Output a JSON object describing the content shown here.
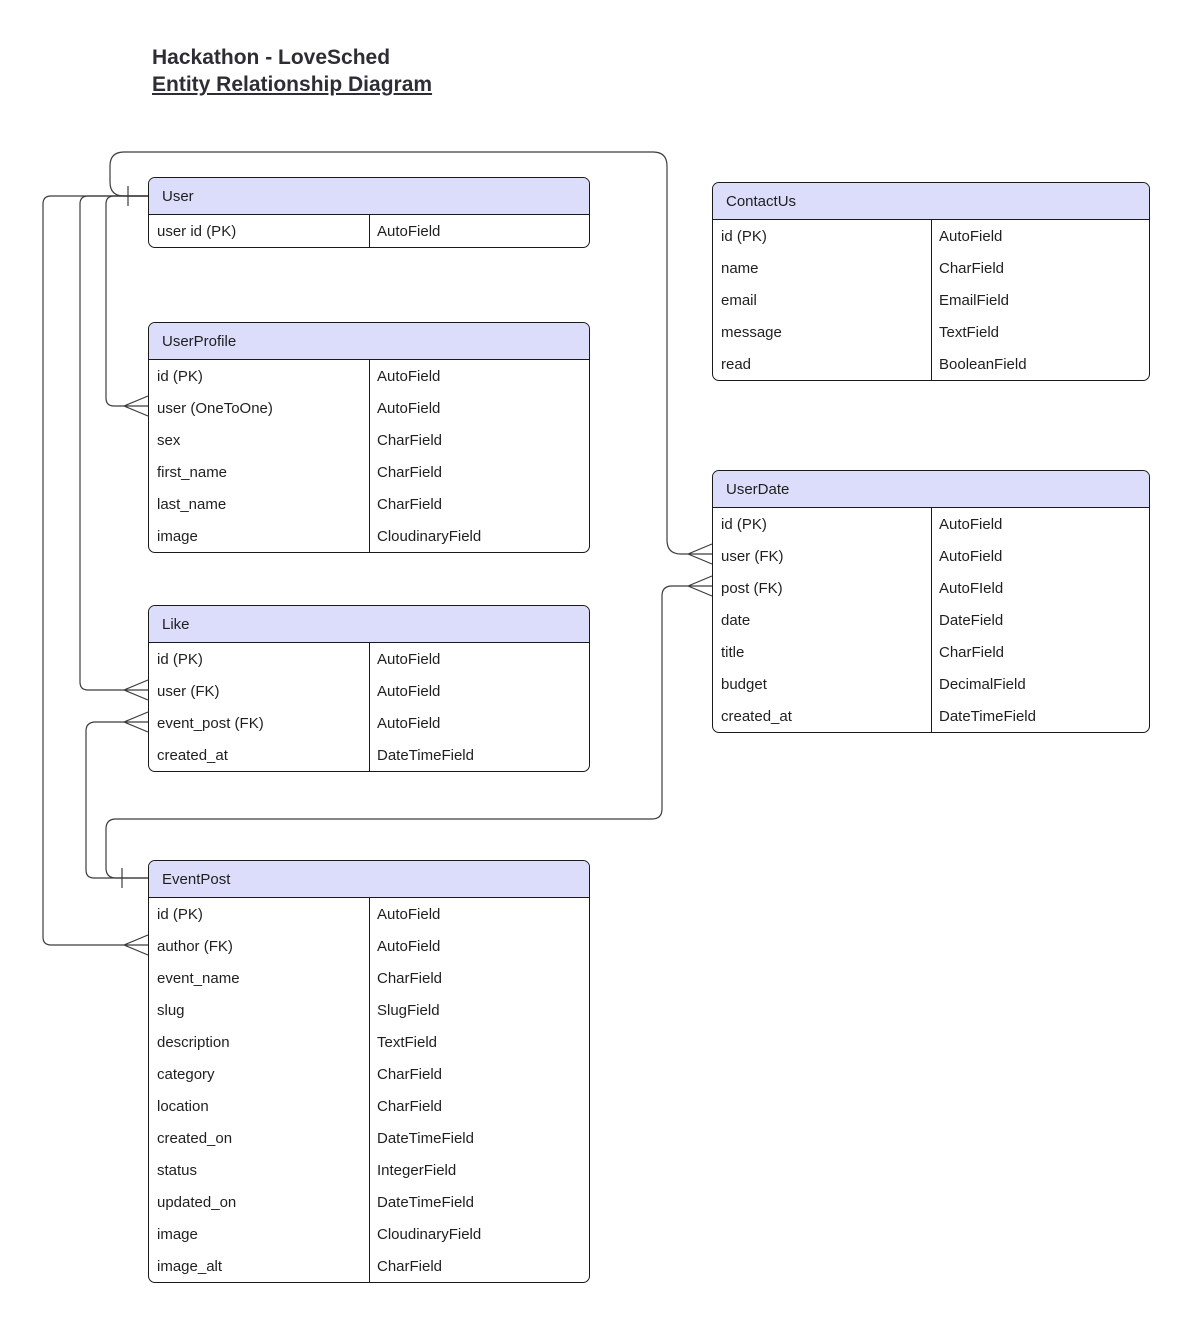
{
  "title": {
    "line1": "Hackathon - LoveSched",
    "line2": "Entity Relationship Diagram"
  },
  "colors": {
    "table_header_fill": "#DBDDFA",
    "table_border": "#1A1A1A",
    "relationship_line": "#3C3C3C",
    "text": "#1F1F1F",
    "background": "#FFFFFF"
  },
  "tables": [
    {
      "name": "User",
      "fields": [
        {
          "field": "user id (PK)",
          "type": "AutoField"
        }
      ]
    },
    {
      "name": "UserProfile",
      "fields": [
        {
          "field": "id (PK)",
          "type": "AutoField"
        },
        {
          "field": "user (OneToOne)",
          "type": "AutoField"
        },
        {
          "field": "sex",
          "type": "CharField"
        },
        {
          "field": "first_name",
          "type": "CharField"
        },
        {
          "field": "last_name",
          "type": "CharField"
        },
        {
          "field": "image",
          "type": "CloudinaryField"
        }
      ]
    },
    {
      "name": "Like",
      "fields": [
        {
          "field": "id (PK)",
          "type": "AutoField"
        },
        {
          "field": "user (FK)",
          "type": "AutoField"
        },
        {
          "field": "event_post (FK)",
          "type": "AutoField"
        },
        {
          "field": "created_at",
          "type": "DateTimeField"
        }
      ]
    },
    {
      "name": "EventPost",
      "fields": [
        {
          "field": "id (PK)",
          "type": "AutoField"
        },
        {
          "field": "author (FK)",
          "type": "AutoField"
        },
        {
          "field": "event_name",
          "type": "CharField"
        },
        {
          "field": "slug",
          "type": "SlugField"
        },
        {
          "field": "description",
          "type": "TextField"
        },
        {
          "field": "category",
          "type": "CharField"
        },
        {
          "field": "location",
          "type": "CharField"
        },
        {
          "field": "created_on",
          "type": "DateTimeField"
        },
        {
          "field": "status",
          "type": "IntegerField"
        },
        {
          "field": "updated_on",
          "type": "DateTimeField"
        },
        {
          "field": "image",
          "type": "CloudinaryField"
        },
        {
          "field": "image_alt",
          "type": "CharField"
        }
      ]
    },
    {
      "name": "ContactUs",
      "fields": [
        {
          "field": "id (PK)",
          "type": "AutoField"
        },
        {
          "field": "name",
          "type": "CharField"
        },
        {
          "field": "email",
          "type": "EmailField"
        },
        {
          "field": "message",
          "type": "TextField"
        },
        {
          "field": "read",
          "type": "BooleanField"
        }
      ]
    },
    {
      "name": "UserDate",
      "fields": [
        {
          "field": "id (PK)",
          "type": "AutoField"
        },
        {
          "field": "user (FK)",
          "type": "AutoField"
        },
        {
          "field": "post (FK)",
          "type": "AutoFIeld"
        },
        {
          "field": "date",
          "type": "DateField"
        },
        {
          "field": "title",
          "type": "CharField"
        },
        {
          "field": "budget",
          "type": "DecimalField"
        },
        {
          "field": "created_at",
          "type": "DateTimeField"
        }
      ]
    }
  ],
  "relationships": [
    {
      "from_table": "User",
      "from_cardinality": "one",
      "to_table": "UserProfile",
      "to_field": "user (OneToOne)",
      "to_cardinality": "many"
    },
    {
      "from_table": "User",
      "from_cardinality": "one",
      "to_table": "Like",
      "to_field": "user (FK)",
      "to_cardinality": "many"
    },
    {
      "from_table": "User",
      "from_cardinality": "one",
      "to_table": "EventPost",
      "to_field": "author (FK)",
      "to_cardinality": "many"
    },
    {
      "from_table": "User",
      "from_cardinality": "one",
      "to_table": "UserDate",
      "to_field": "user (FK)",
      "to_cardinality": "many"
    },
    {
      "from_table": "EventPost",
      "from_cardinality": "one",
      "to_table": "Like",
      "to_field": "event_post (FK)",
      "to_cardinality": "many"
    },
    {
      "from_table": "EventPost",
      "from_cardinality": "one",
      "to_table": "UserDate",
      "to_field": "post (FK)",
      "to_cardinality": "many"
    }
  ]
}
